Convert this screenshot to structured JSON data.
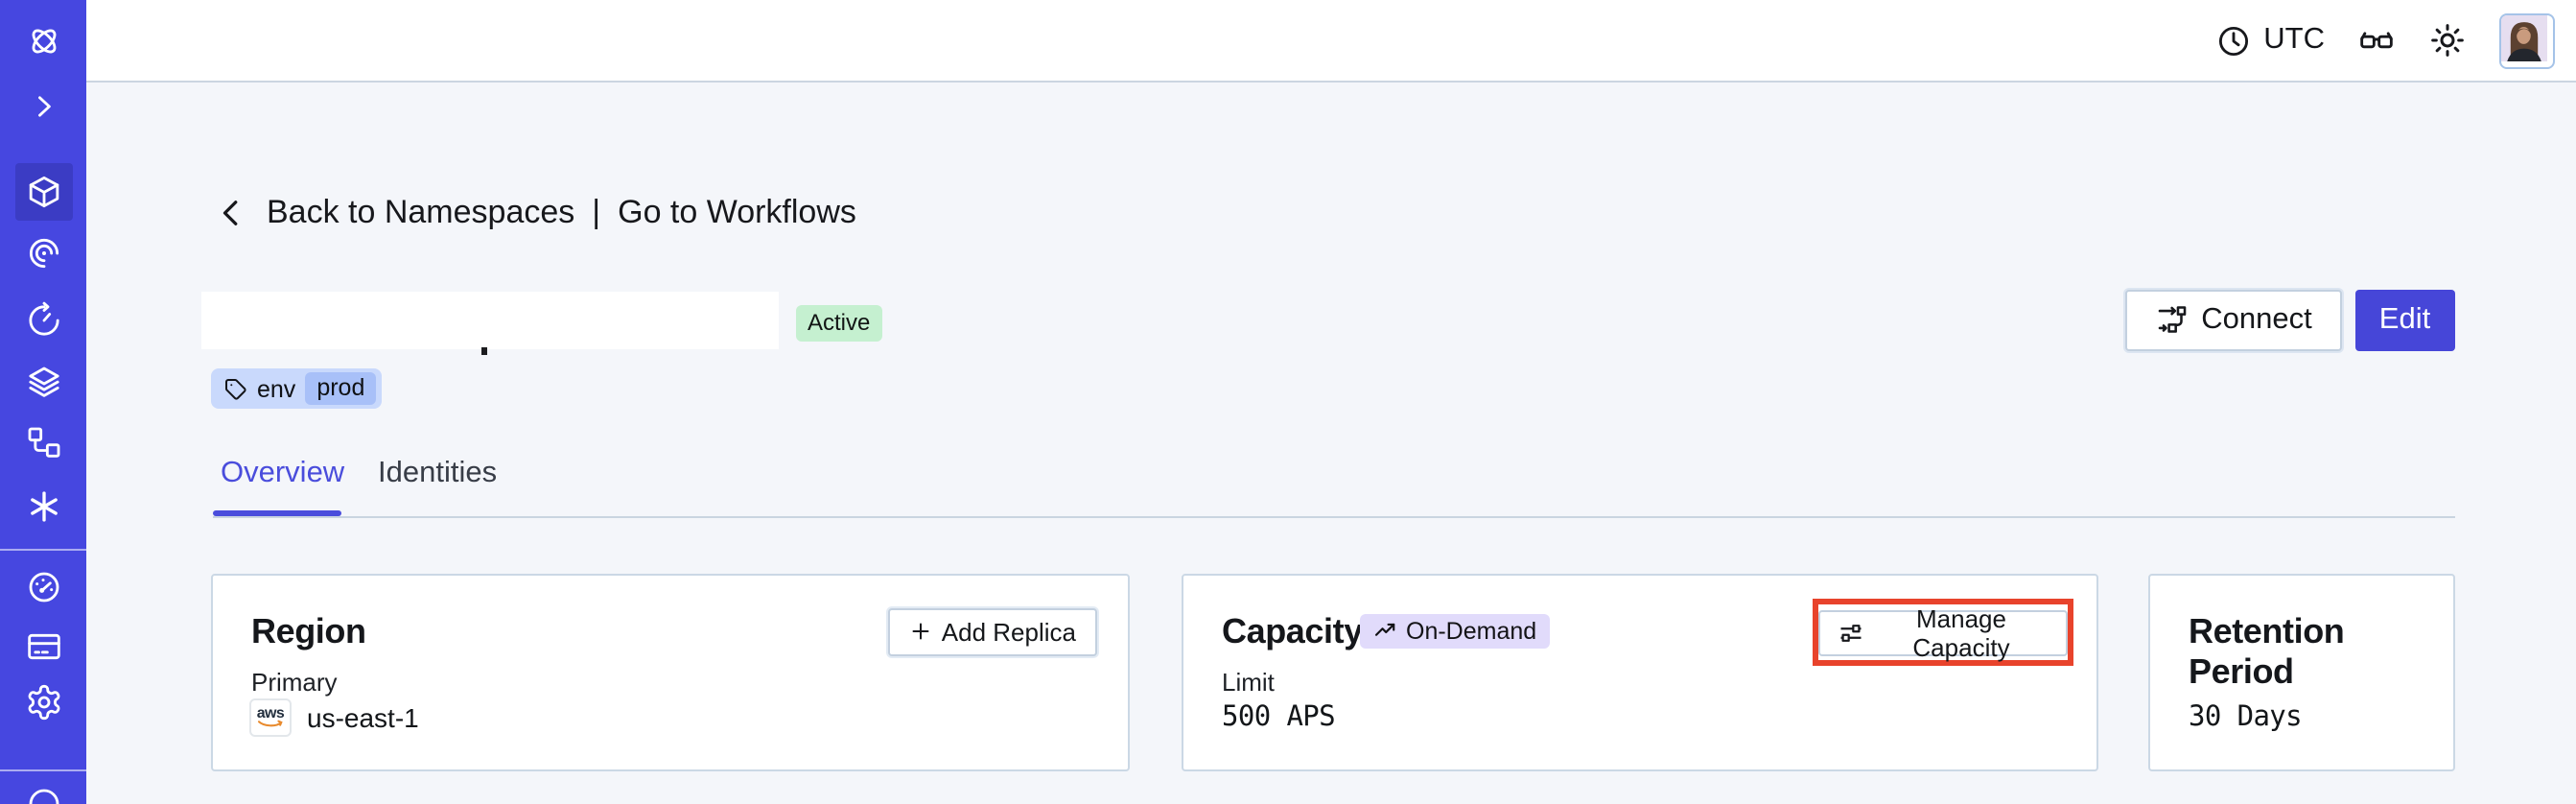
{
  "topbar": {
    "timezone_label": "UTC"
  },
  "breadcrumb": {
    "back_label": "Back to Namespaces",
    "separator": "|",
    "workflows_label": "Go to Workflows"
  },
  "header": {
    "status_badge": "Active",
    "tag_key": "env",
    "tag_value": "prod",
    "connect_label": "Connect",
    "edit_label": "Edit"
  },
  "tabs": {
    "overview_label": "Overview",
    "identities_label": "Identities"
  },
  "cards": {
    "region": {
      "title": "Region",
      "add_replica_label": "Add Replica",
      "primary_label": "Primary",
      "provider_label": "aws",
      "value": "us-east-1"
    },
    "capacity": {
      "title": "Capacity",
      "mode_badge": "On-Demand",
      "manage_label": "Manage Capacity",
      "limit_label": "Limit",
      "limit_value": "500 APS"
    },
    "retention": {
      "title": "Retention Period",
      "value": "30 Days"
    }
  },
  "sidebar": {
    "icons": [
      "temporal-logo",
      "expand-chevron",
      "namespaces",
      "insights",
      "schedules",
      "deployments",
      "workflows-pipeline",
      "nexus",
      "usage",
      "billing",
      "settings",
      "support"
    ],
    "active_icon": "namespaces"
  },
  "annotation": {
    "type": "highlight-box",
    "target": "Manage Capacity",
    "color": "#E8432C"
  },
  "colors": {
    "sidebar_bg": "#4647E0",
    "sidebar_active_bg": "#3B3CC4",
    "accent_indigo": "#4646D8",
    "page_bg": "#F4F6FA",
    "active_badge_bg": "#C5F0D0",
    "tag_bg": "#C9D9FC",
    "tag_chip_bg": "#A8C0F8",
    "mode_badge_bg": "#E1DBFB",
    "annotation_red": "#E8432C"
  }
}
